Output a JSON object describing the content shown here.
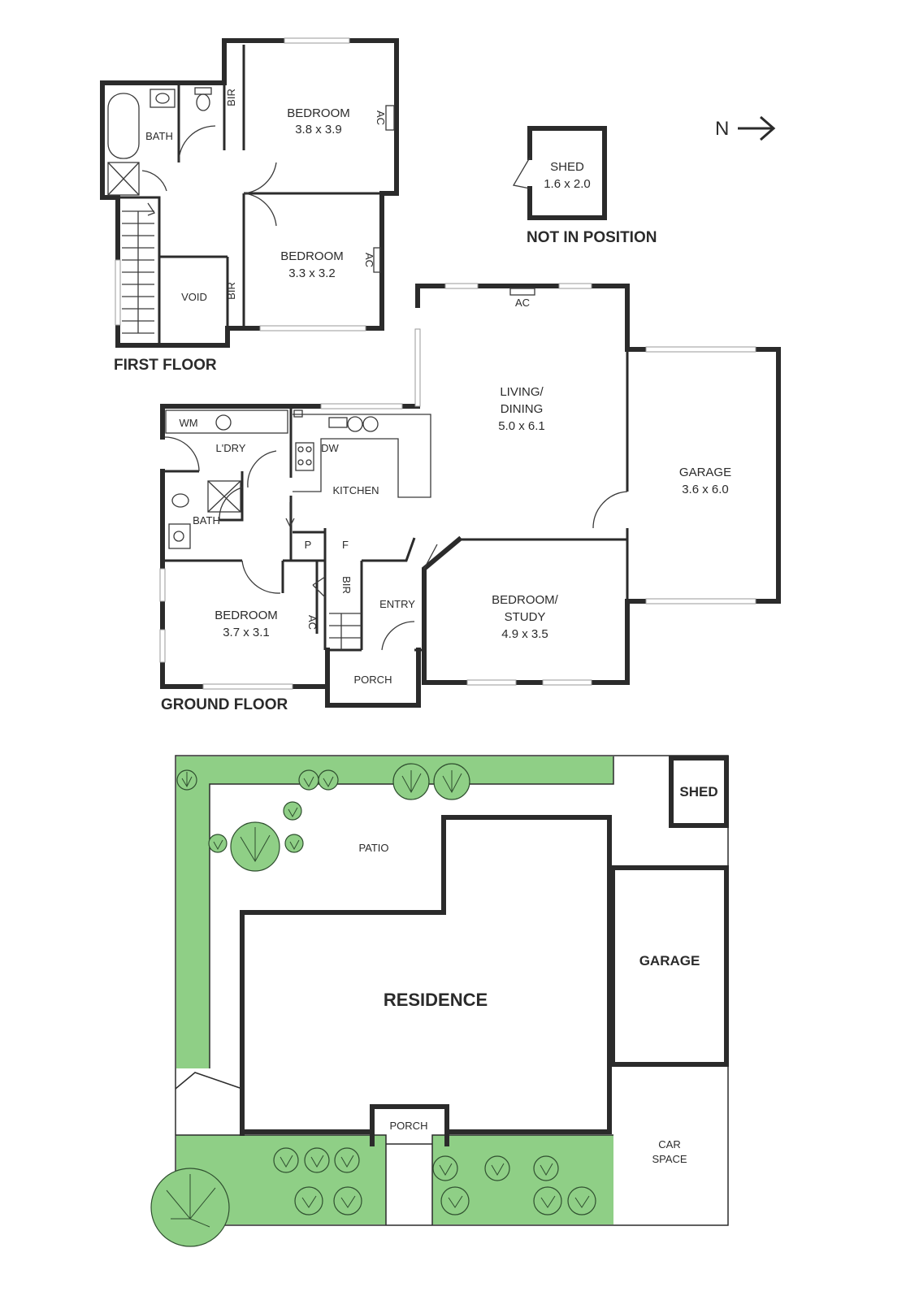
{
  "first_floor": {
    "title": "FIRST FLOOR",
    "bath": "BATH",
    "bir_1": "BIR",
    "bir_2": "BIR",
    "void": "VOID",
    "bedroom_1": {
      "name": "BEDROOM",
      "size": "3.8 x 3.9",
      "ac": "AC"
    },
    "bedroom_2": {
      "name": "BEDROOM",
      "size": "3.3 x 3.2",
      "ac": "AC"
    }
  },
  "shed": {
    "name": "SHED",
    "size": "1.6 x 2.0",
    "note": "NOT IN POSITION"
  },
  "north": {
    "label": "N",
    "arrow": "→"
  },
  "ground_floor": {
    "title": "GROUND FLOOR",
    "wm": "WM",
    "laundry": "L'DRY",
    "dw": "DW",
    "kitchen": "KITCHEN",
    "bath": "BATH",
    "pantry": "P",
    "fridge": "F",
    "bir": "BIR",
    "ac_bed": "AC",
    "entry": "ENTRY",
    "porch": "PORCH",
    "living": {
      "line1": "LIVING/",
      "line2": "DINING",
      "size": "5.0 x 6.1",
      "ac": "AC"
    },
    "garage": {
      "name": "GARAGE",
      "size": "3.6 x 6.0"
    },
    "bedroom": {
      "name": "BEDROOM",
      "size": "3.7 x 3.1"
    },
    "study": {
      "line1": "BEDROOM/",
      "line2": "STUDY",
      "size": "4.9 x 3.5"
    }
  },
  "site_plan": {
    "shed": "SHED",
    "patio": "PATIO",
    "garage": "GARAGE",
    "residence": "RESIDENCE",
    "porch": "PORCH",
    "car_space_1": "CAR",
    "car_space_2": "SPACE"
  }
}
